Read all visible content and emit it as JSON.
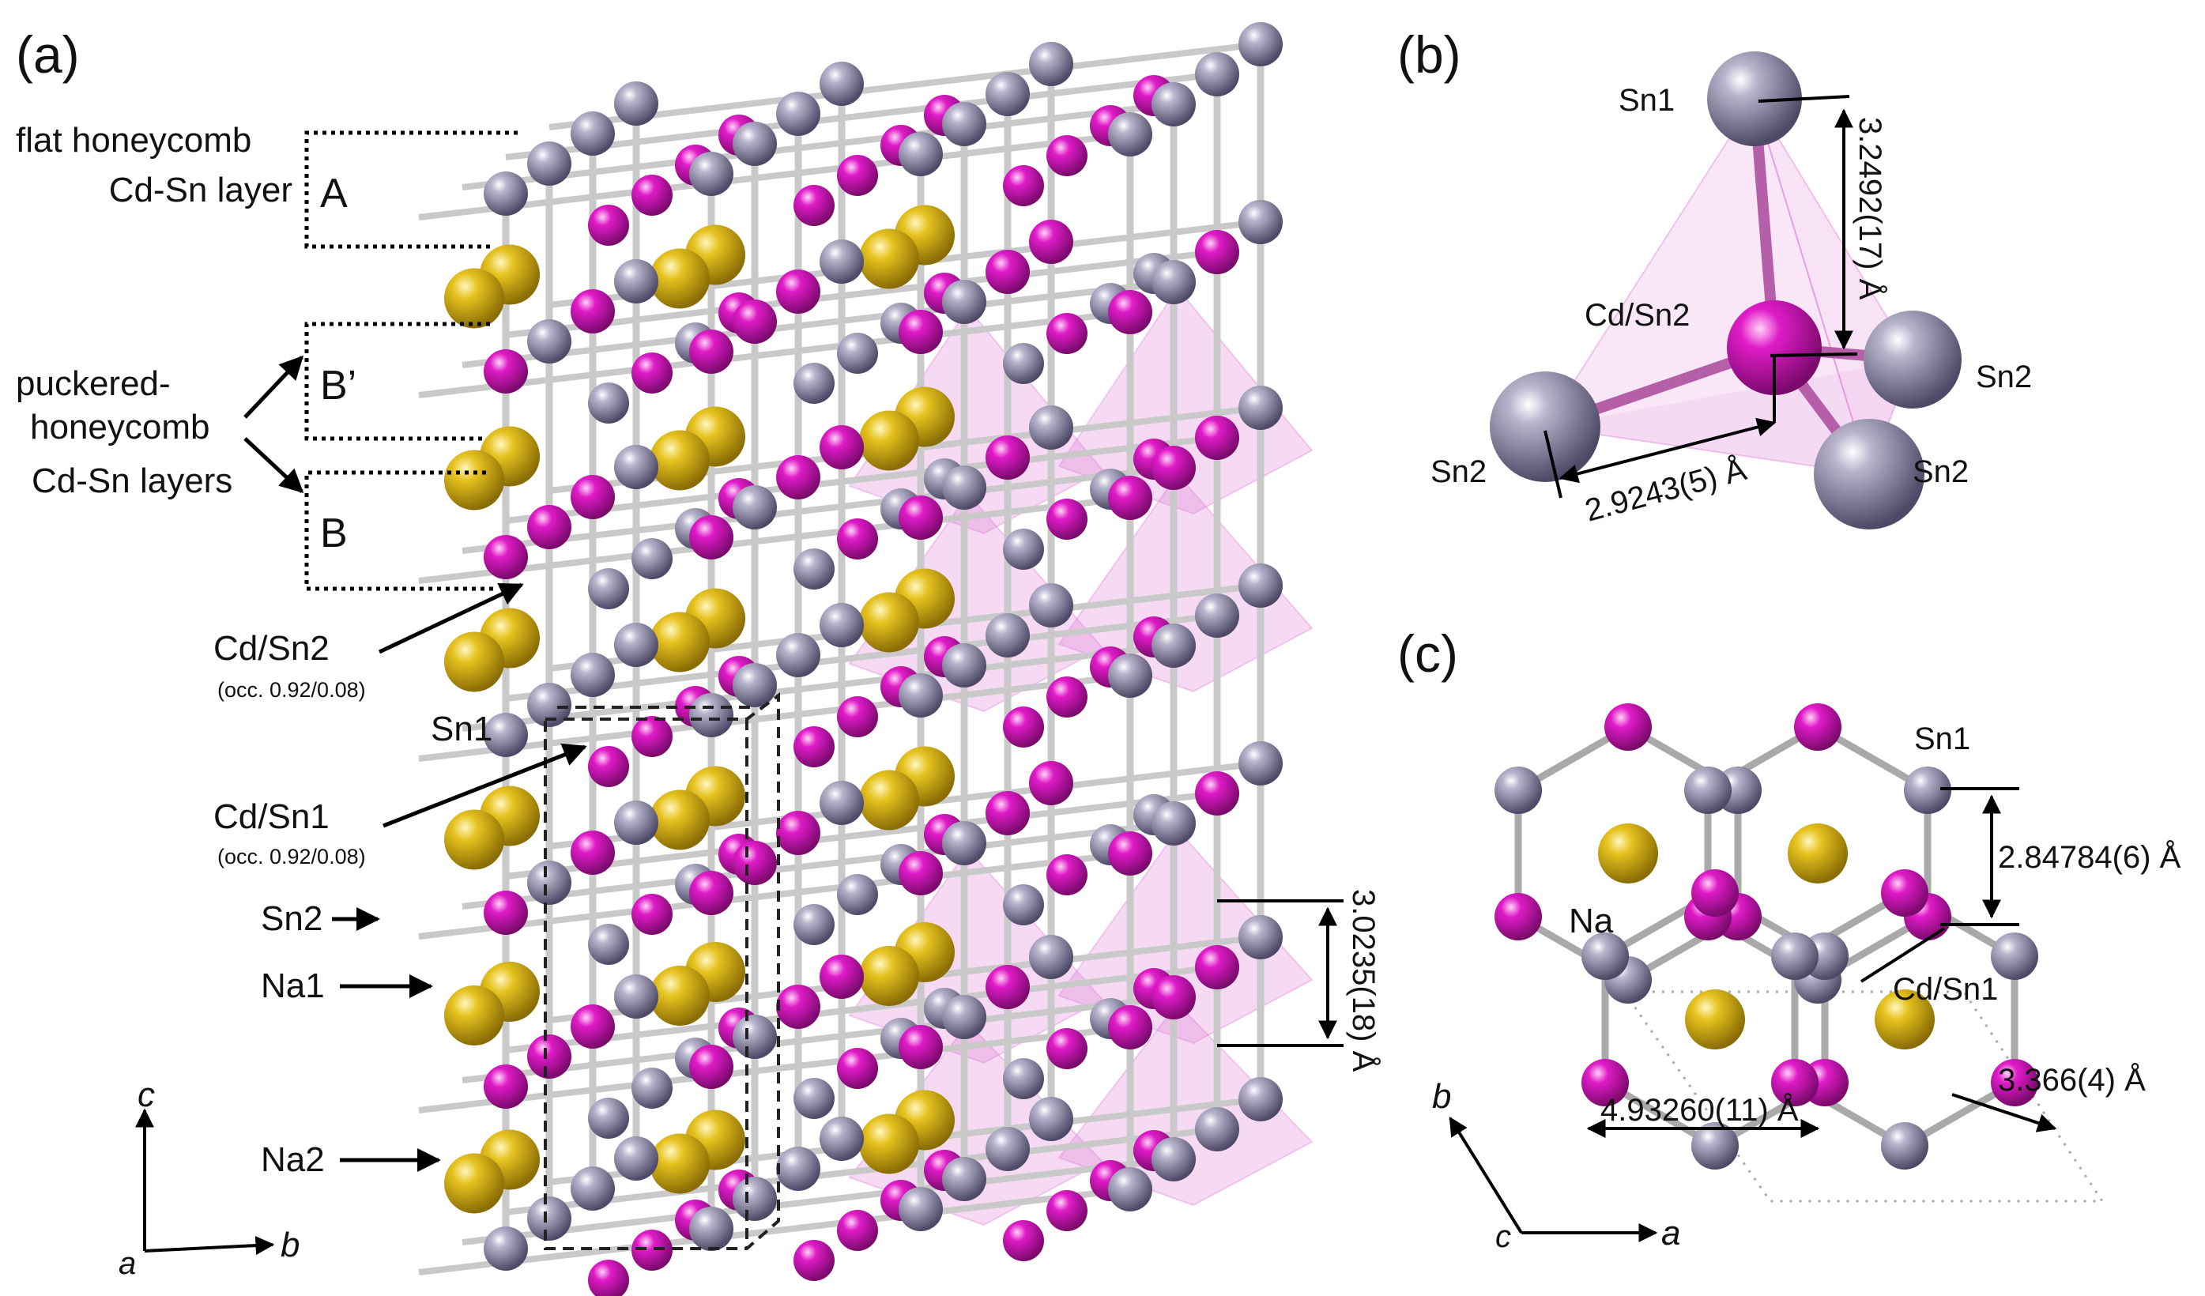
{
  "panels": {
    "a": "(a)",
    "b": "(b)",
    "c": "(c)"
  },
  "panel_a": {
    "flat_1": "flat honeycomb",
    "flat_2": "Cd-Sn layer",
    "layer_A": "A",
    "puck_1": "puckered-",
    "puck_2": "honeycomb",
    "puck_3": "Cd-Sn layers",
    "layer_Bp": "B’",
    "layer_B": "B",
    "cdsn2": "Cd/Sn2",
    "cdsn2_occ": "(occ. 0.92/0.08)",
    "sn1": "Sn1",
    "cdsn1": "Cd/Sn1",
    "cdsn1_occ": "(occ. 0.92/0.08)",
    "sn2": "Sn2",
    "na1": "Na1",
    "na2": "Na2",
    "dist": "3.0235(18) Å",
    "axis_c": "c",
    "axis_b": "b",
    "axis_a": "a"
  },
  "panel_b": {
    "sn1": "Sn1",
    "cdsn2": "Cd/Sn2",
    "sn2_left": "Sn2",
    "sn2_right": "Sn2",
    "sn2_bottom": "Sn2",
    "dist_vertical": "3.2492(17) Å",
    "dist_horizontal": "2.9243(5) Å"
  },
  "panel_c": {
    "sn1": "Sn1",
    "na": "Na",
    "cdsn1": "Cd/Sn1",
    "dist_vertical": "2.84784(6) Å",
    "dist_horizontal": "4.93260(11) Å",
    "dist_diag": "3.366(4) Å",
    "axis_b": "b",
    "axis_a": "a",
    "axis_c": "c"
  },
  "colors": {
    "sn": "#8e8aa6",
    "cd": "#e01bc8",
    "na": "#e6c21f",
    "bond": "#c9c9c9",
    "polyhedron": "#e07ad6"
  }
}
